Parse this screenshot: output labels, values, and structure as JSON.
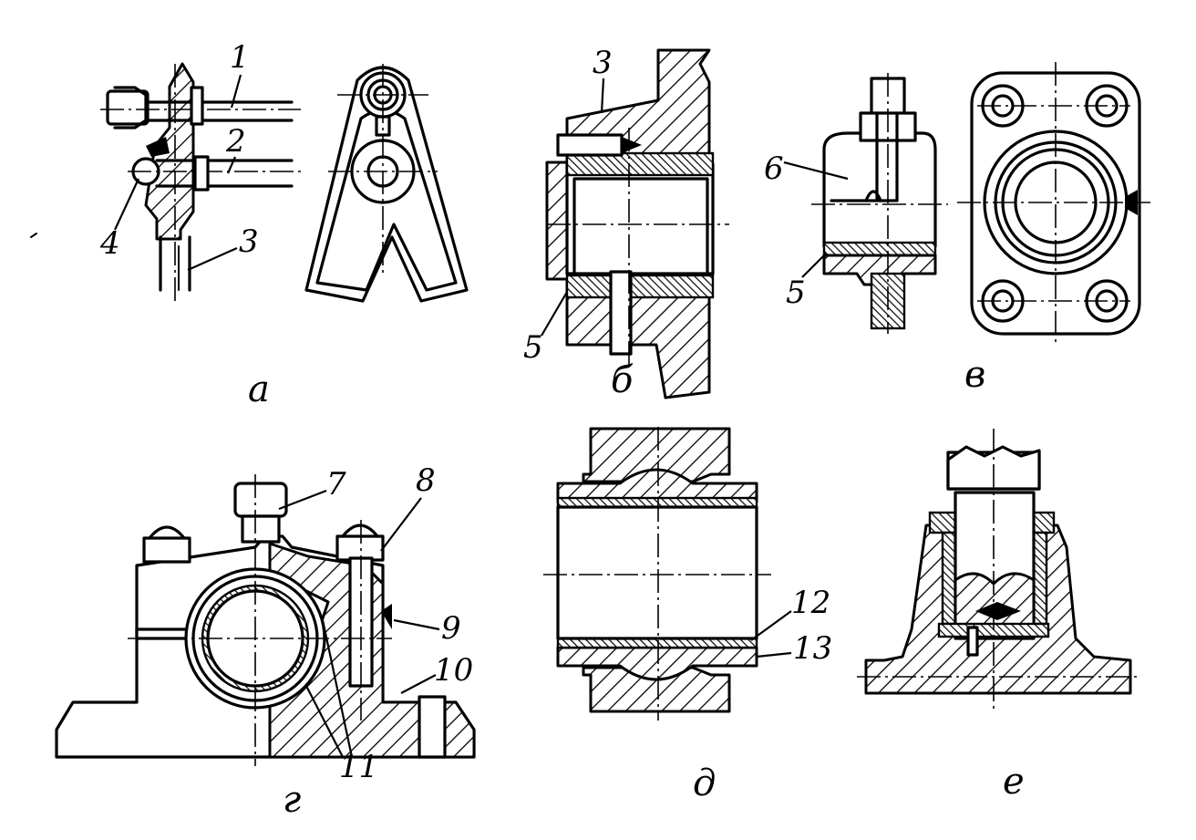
{
  "figure": {
    "captions": {
      "a": "а",
      "b": "б",
      "v": "в",
      "g": "г",
      "d": "д",
      "e": "е"
    },
    "labels": {
      "p1": "1",
      "p2": "2",
      "p3a": "3",
      "p4": "4",
      "p3b": "3",
      "p5b": "5",
      "p6": "6",
      "p5v": "5",
      "p7": "7",
      "p8": "8",
      "p9": "9",
      "p10": "10",
      "p11": "11",
      "p12": "12",
      "p13": "13"
    }
  }
}
